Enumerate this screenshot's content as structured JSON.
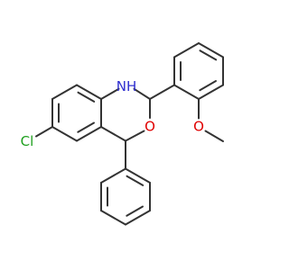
{
  "atoms": {
    "nh": {
      "text": "NH",
      "color": "#3030d0"
    },
    "o_ring": {
      "text": "O",
      "color": "#e00000"
    },
    "o_methoxy": {
      "text": "O",
      "color": "#e00000"
    },
    "cl": {
      "text": "Cl",
      "color": "#1fa01f"
    }
  },
  "colors": {
    "bond": "#333333",
    "background": "#ffffff"
  }
}
